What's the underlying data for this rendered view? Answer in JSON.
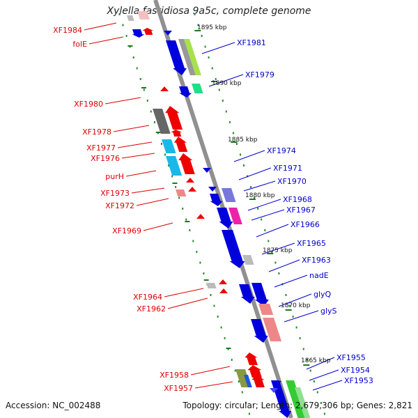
{
  "title": "Xylella fastidiosa 9a5c, complete genome",
  "footer": {
    "accession": "Accession: NC_002488",
    "summary": "Topology: circular; Length: 2,679,306 bp; Genes: 2,821"
  },
  "colors": {
    "backbone": "#909090",
    "tick": "#1a7a1a",
    "dots": "#2a8a2a",
    "left_label": "#dd0000",
    "right_label": "#0000cc"
  },
  "scale_labels": [
    "1895 kbp",
    "1890 kbp",
    "1885 kbp",
    "1880 kbp",
    "1875 kbp",
    "1870 kbp",
    "1865 kbp"
  ],
  "left_labels": [
    "XF1984",
    "folE",
    "XF1980",
    "XF1978",
    "XF1977",
    "XF1976",
    "purH",
    "XF1973",
    "XF1972",
    "XF1969",
    "XF1964",
    "XF1962",
    "XF1958",
    "XF1957"
  ],
  "right_labels": [
    "XF1981",
    "XF1979",
    "XF1974",
    "XF1971",
    "XF1970",
    "XF1968",
    "XF1967",
    "XF1966",
    "XF1965",
    "XF1963",
    "nadE",
    "glyQ",
    "glyS",
    "XF1955",
    "XF1954",
    "XF1953"
  ]
}
